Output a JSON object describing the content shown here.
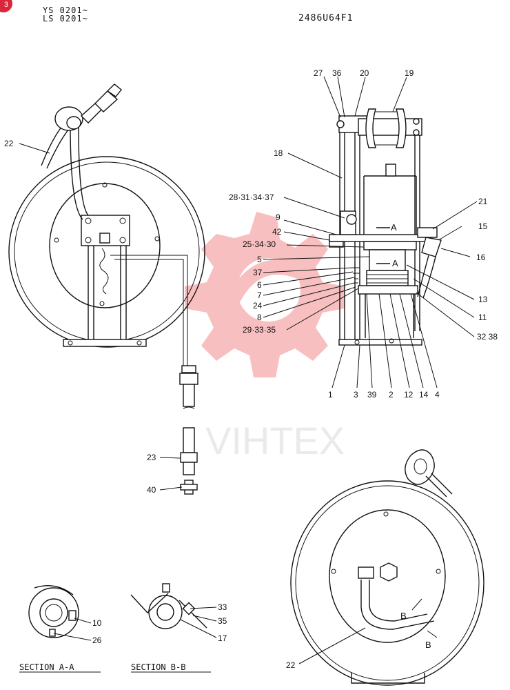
{
  "header": {
    "corner_badge": "3",
    "model_line_1": "YS 0201~",
    "model_line_2": "LS 0201~",
    "drawing_number": "2486U64F1"
  },
  "watermark": {
    "text": "VIHTEX",
    "color": "#f6b4b4"
  },
  "callouts": {
    "c22_top": "22",
    "c27": "27",
    "c36": "36",
    "c20": "20",
    "c19": "19",
    "c18": "18",
    "c28_31_34_37": "28·31·34·37",
    "c21": "21",
    "c9": "9",
    "c15": "15",
    "c42": "42",
    "c25_34_30": "25·34·30",
    "c16": "16",
    "c5": "5",
    "c37": "37",
    "c6": "6",
    "c7": "7",
    "c24": "24",
    "c8": "8",
    "c29_33_35": "29·33·35",
    "c13": "13",
    "c11": "11",
    "c32_38": "32 38",
    "c1": "1",
    "c3": "3",
    "c39": "39",
    "c2": "2",
    "c12": "12",
    "c14": "14",
    "c4": "4",
    "c23": "23",
    "c40": "40",
    "c10": "10",
    "c26": "26",
    "c33": "33",
    "c35": "35",
    "c17": "17",
    "c22_bottom": "22",
    "sec_a_left": "A",
    "sec_a_right": "A",
    "sec_b_top": "B",
    "sec_b_bottom": "B"
  },
  "sections": {
    "a_a": "SECTION A-A",
    "b_b": "SECTION B-B"
  }
}
